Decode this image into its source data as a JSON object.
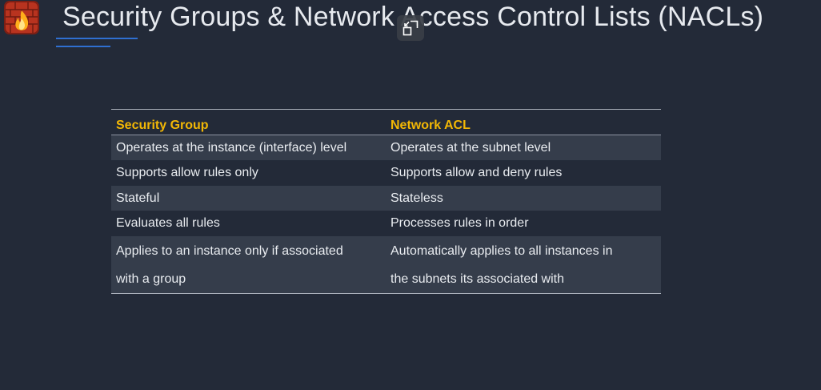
{
  "title": "Security Groups & Network Access Control Lists (NACLs)",
  "logo": {
    "icon": "firewall-icon"
  },
  "overlay": {
    "icon": "exit-fullscreen-icon"
  },
  "colors": {
    "background": "#232a38",
    "header_text": "#f2b705",
    "accent_underline": "#2f6fd1",
    "row_shade": "#353d4b"
  },
  "table": {
    "headers": [
      "Security Group",
      "Network ACL"
    ],
    "rows": [
      {
        "security_group": "Operates at the instance (interface) level",
        "network_acl": "Operates at the subnet level"
      },
      {
        "security_group": "Supports allow rules only",
        "network_acl": "Supports allow and deny rules"
      },
      {
        "security_group": "Stateful",
        "network_acl": "Stateless"
      },
      {
        "security_group": "Evaluates all rules",
        "network_acl": "Processes rules in order"
      },
      {
        "security_group_lines": [
          "Applies to an instance only if associated",
          "with a group"
        ],
        "network_acl_lines": [
          "Automatically applies to all instances in",
          "the subnets its associated with"
        ]
      }
    ]
  }
}
